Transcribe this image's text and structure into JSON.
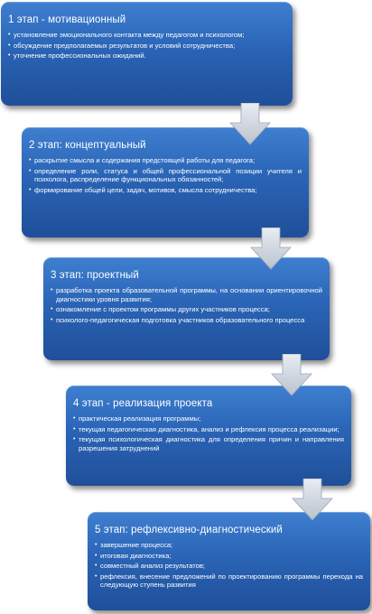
{
  "stages": [
    {
      "title": "1 этап - мотивационный",
      "items": [
        "установление эмоционального контакта между педагогом и психологом;",
        "обсуждение предполагаемых результатов и условий сотрудничества;",
        "уточнение профессиональных ожиданий."
      ]
    },
    {
      "title": "2 этап: концептуальный",
      "items": [
        "раскрытие смысла и содержания предстоящей работы для педагога;",
        "определение роли, статуса и общей профессиональной позиции учителя и психолога, распределение функциональных обязанностей;",
        "формирование общей цели, задач, мотивов, смысла сотрудничества;"
      ]
    },
    {
      "title": "3 этап: проектный",
      "items": [
        "разработка проекта образовательной программы, на основании ориентировочной диагностики уровня развития;",
        "ознакомление с проектом программы других участников процесса;",
        "психолого-педагогическая подготовка участников образовательного процесса"
      ]
    },
    {
      "title": "4 этап - реализация проекта",
      "items": [
        "практическая реализация программы;",
        "текущая педагогическая диагностика, анализ и рефлексия процесса реализации;",
        "текущая психологическая диагностика для определения причин и направления разрешения затруднений"
      ]
    },
    {
      "title": "5 этап: рефлексивно-диагностический",
      "items": [
        "завершение процесса;",
        "итоговая диагностика;",
        "совместный анализ результатов;",
        "рефлексия, внесение предложений по проектированию программы перехода на следующую ступень развития"
      ]
    }
  ]
}
